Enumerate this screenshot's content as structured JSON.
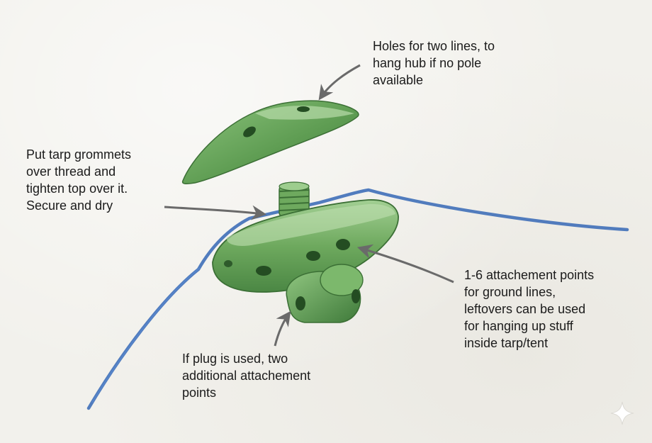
{
  "labels": {
    "holes": "Holes for two lines, to\nhang hub if no pole\navailable",
    "tarp": "Put tarp grommets\nover thread and\ntighten top over it.\nSecure and dry",
    "attach": "1-6 attachement points\nfor ground lines,\nleftovers can be used\nfor hanging up stuff\ninside tarp/tent",
    "plug": "If plug is used, two\nadditional attachement\npoints"
  },
  "colors": {
    "hub_green": "#6ea95e",
    "hub_dark": "#3f7a3a",
    "hub_light": "#a8d39a",
    "tarp_line": "#3f6fb8",
    "arrow": "#6a6a6a",
    "paper": "#f2f1ec"
  },
  "icons": {
    "corner": "sparkle-icon"
  }
}
